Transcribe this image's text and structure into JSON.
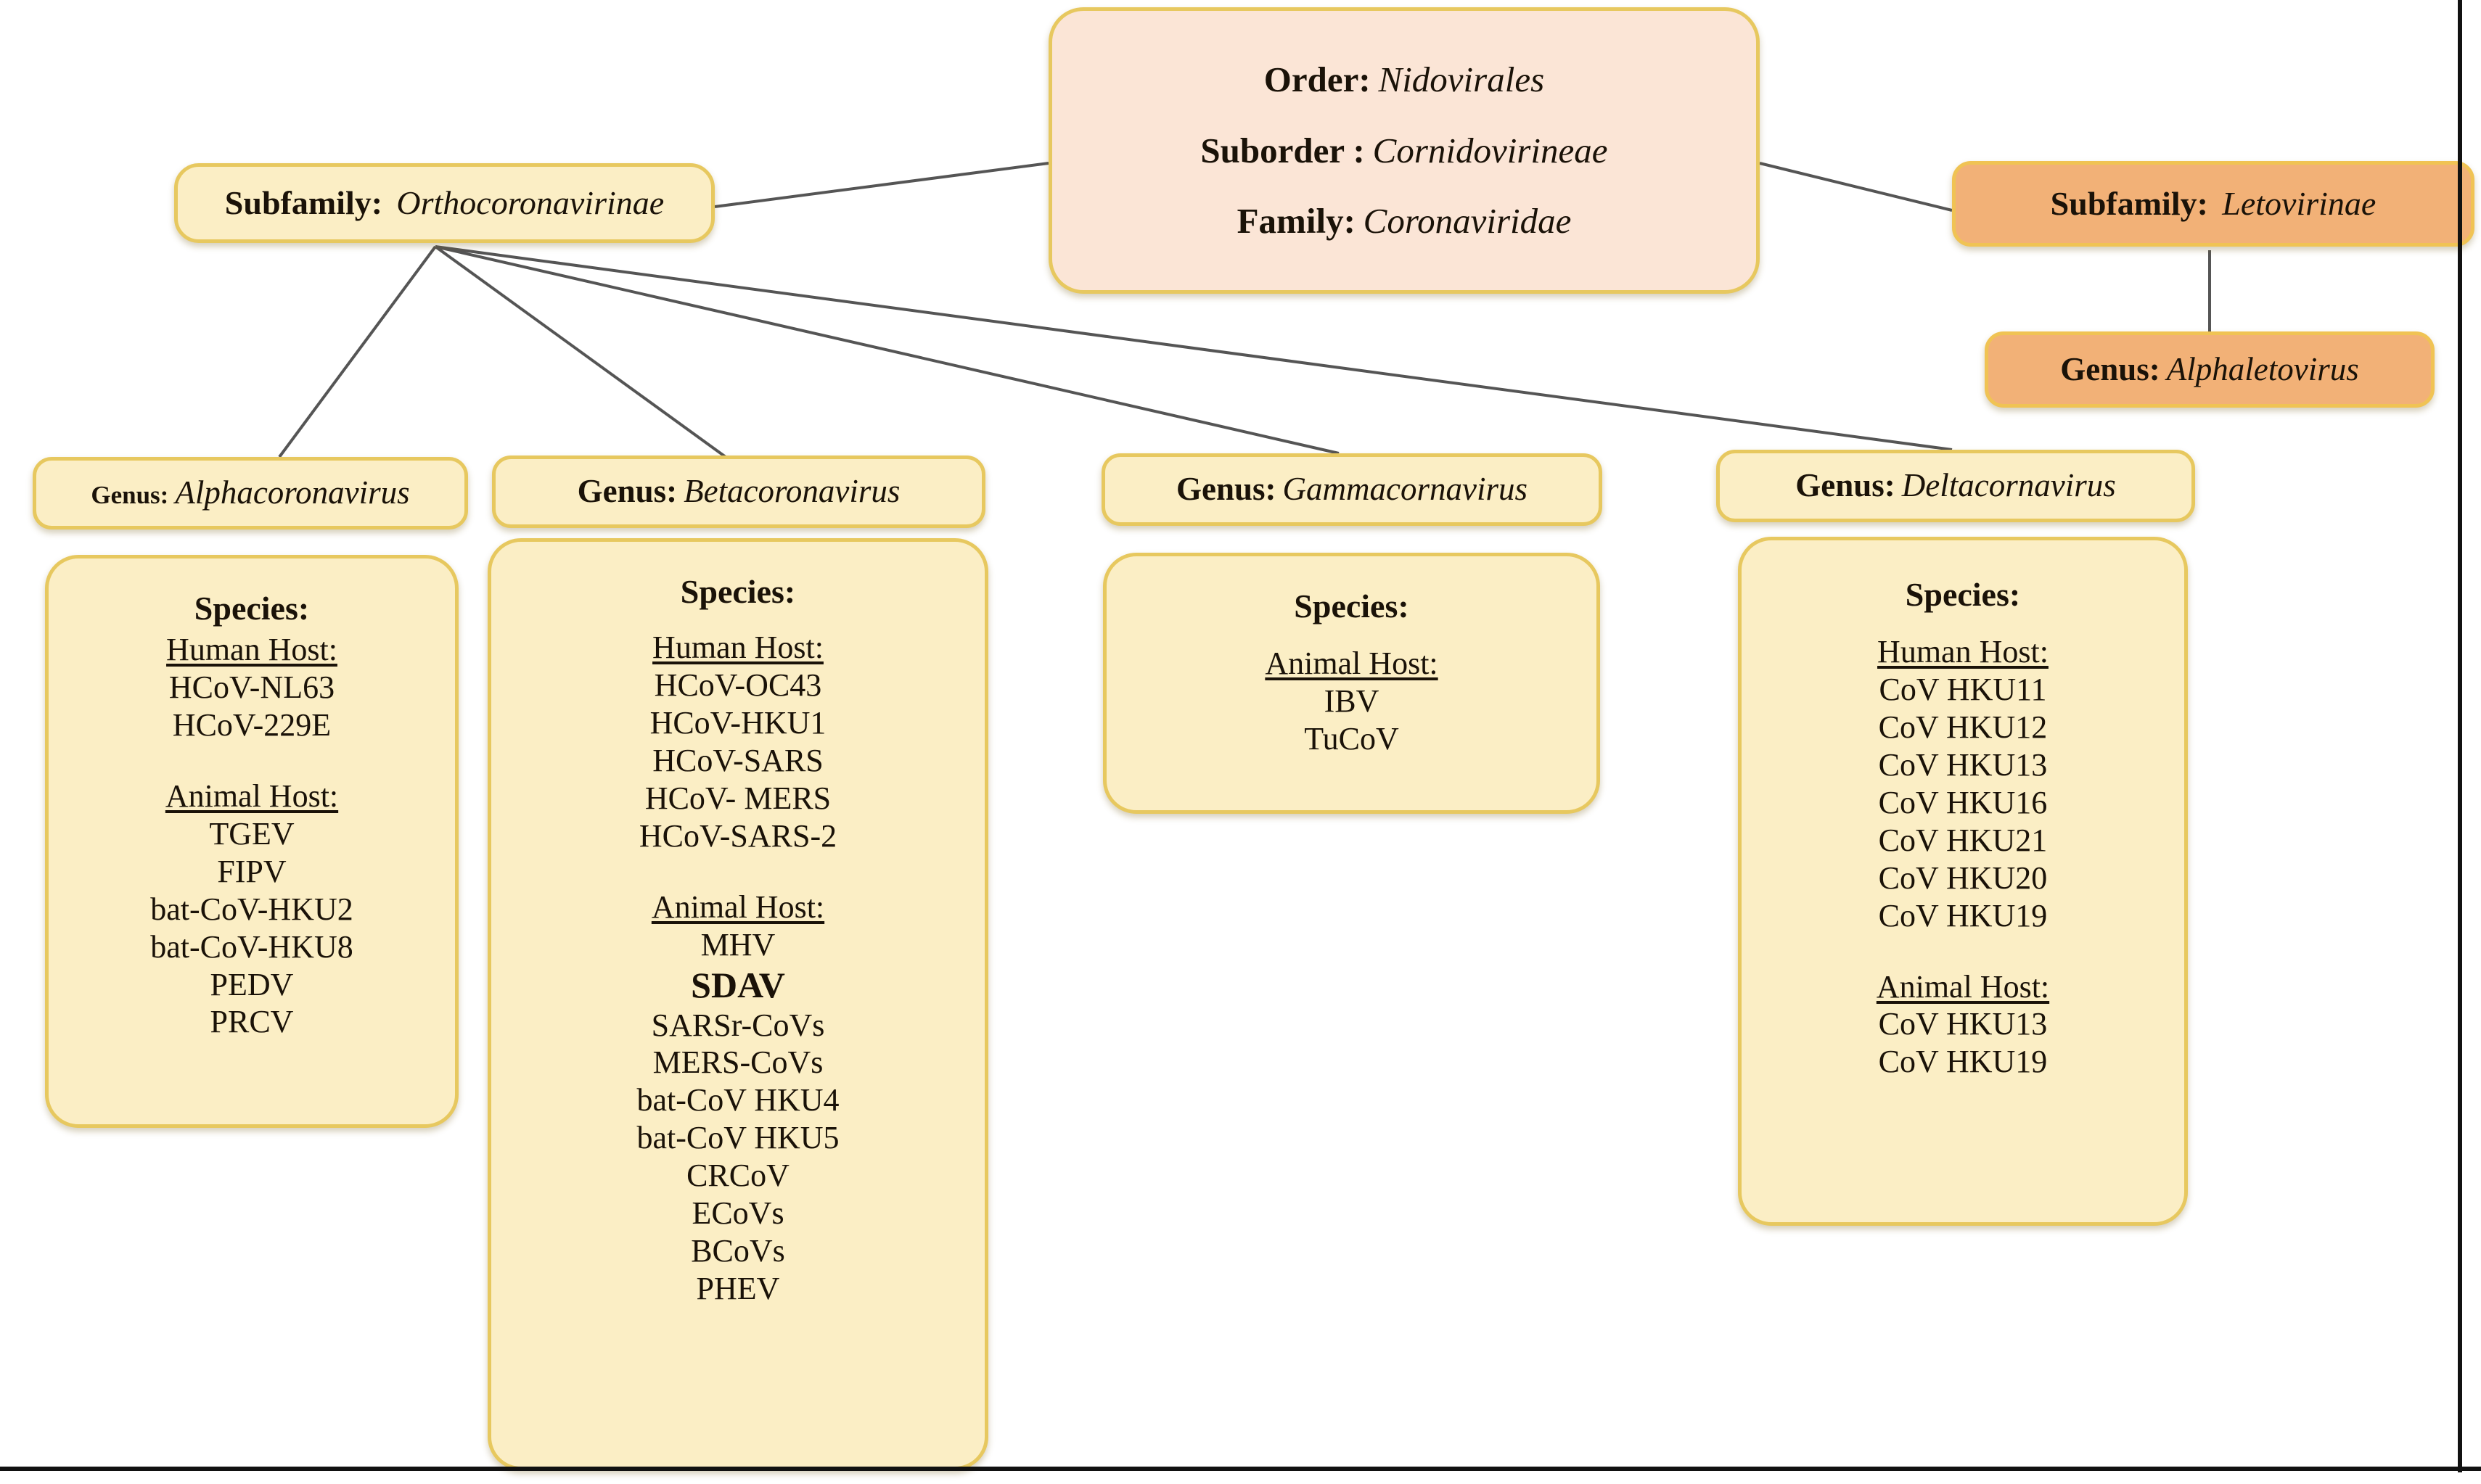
{
  "diagram": {
    "title": "Coronaviridae taxonomy hierarchy",
    "colors": {
      "node_fill": "#fbeec5",
      "node_border": "#e7c85f",
      "root_fill": "#fbe5d6",
      "letovirinae_fill": "#f2b177",
      "connector": "#555555",
      "frame": "#111111",
      "text": "#1a1208"
    }
  },
  "root": {
    "rank_order_label": "Order",
    "rank_order_value": "Nidovirales",
    "rank_suborder_label": "Suborder",
    "rank_suborder_value": "Cornidovirineae",
    "rank_family_label": "Family",
    "rank_family_value": "Coronaviridae",
    "sep_colon": ":",
    "sep_colon_spaced": " :"
  },
  "subfamilies": {
    "ortho": {
      "label": "Subfamily:",
      "value": "Orthocoronavirinae"
    },
    "leto": {
      "label": "Subfamily:",
      "value": "Letovirinae"
    }
  },
  "leto_genus": {
    "label": "Genus:",
    "value": "Alphaletovirus"
  },
  "genera": [
    {
      "id": "alpha",
      "label": "Genus:",
      "value": "Alphacoronavirus",
      "species_title": "Species:",
      "groups": [
        {
          "head": "Human Host:",
          "items": [
            "HCoV-NL63",
            "HCoV-229E"
          ]
        },
        {
          "head": "Animal Host:",
          "items": [
            "TGEV",
            "FIPV",
            "bat-CoV-HKU2",
            "bat-CoV-HKU8",
            "PEDV",
            "PRCV"
          ]
        }
      ]
    },
    {
      "id": "beta",
      "label": "Genus:",
      "value": "Betacoronavirus",
      "species_title": "Species:",
      "groups": [
        {
          "head": "Human Host:",
          "items": [
            "HCoV-OC43",
            "HCoV-HKU1",
            "HCoV-SARS",
            "HCoV- MERS",
            "HCoV-SARS-2"
          ]
        },
        {
          "head": "Animal Host:",
          "items": [
            "MHV",
            "SDAV",
            "SARSr-CoVs",
            "MERS-CoVs",
            "bat-CoV HKU4",
            "bat-CoV HKU5",
            "CRCoV",
            "ECoVs",
            "BCoVs",
            "PHEV"
          ],
          "highlight": [
            "SDAV"
          ]
        }
      ]
    },
    {
      "id": "gamma",
      "label": "Genus:",
      "value": "Gammacornavirus",
      "species_title": "Species:",
      "groups": [
        {
          "head": "Animal Host:",
          "items": [
            "IBV",
            "TuCoV"
          ]
        }
      ]
    },
    {
      "id": "delta",
      "label": "Genus:",
      "value": "Deltacornavirus",
      "species_title": "Species:",
      "groups": [
        {
          "head": "Human Host:",
          "items": [
            "CoV HKU11",
            "CoV HKU12",
            "CoV HKU13",
            "CoV HKU16",
            "CoV HKU21",
            "CoV HKU20",
            "CoV HKU19"
          ]
        },
        {
          "head": "Animal Host:",
          "items": [
            "CoV HKU13",
            "CoV HKU19"
          ]
        }
      ]
    }
  ]
}
